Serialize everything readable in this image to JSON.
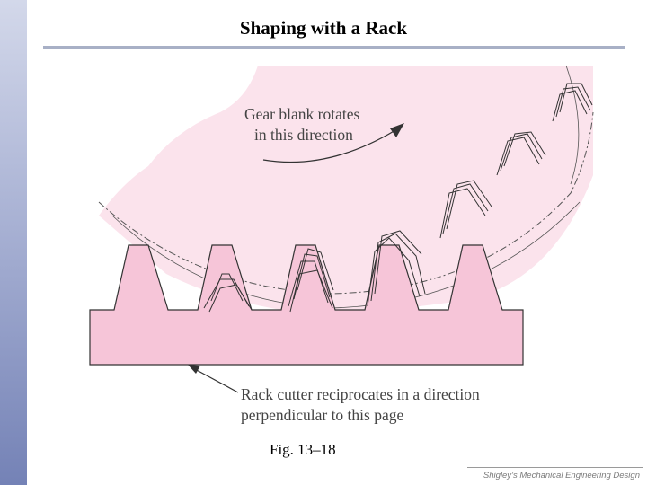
{
  "slide": {
    "title": "Shaping with a Rack",
    "caption": "Fig. 13–18",
    "footer": "Shigley’s Mechanical Engineering Design"
  },
  "figure": {
    "gear_label_line1": "Gear blank rotates",
    "gear_label_line2": "in this direction",
    "rack_label_line1": "Rack cutter reciprocates in a direction",
    "rack_label_line2": "perpendicular to this page",
    "colors": {
      "gear_blank": "#fbe3ec",
      "rack": "#f6c5d8",
      "outline": "#333333",
      "sidebar": "#8a95c4"
    }
  }
}
